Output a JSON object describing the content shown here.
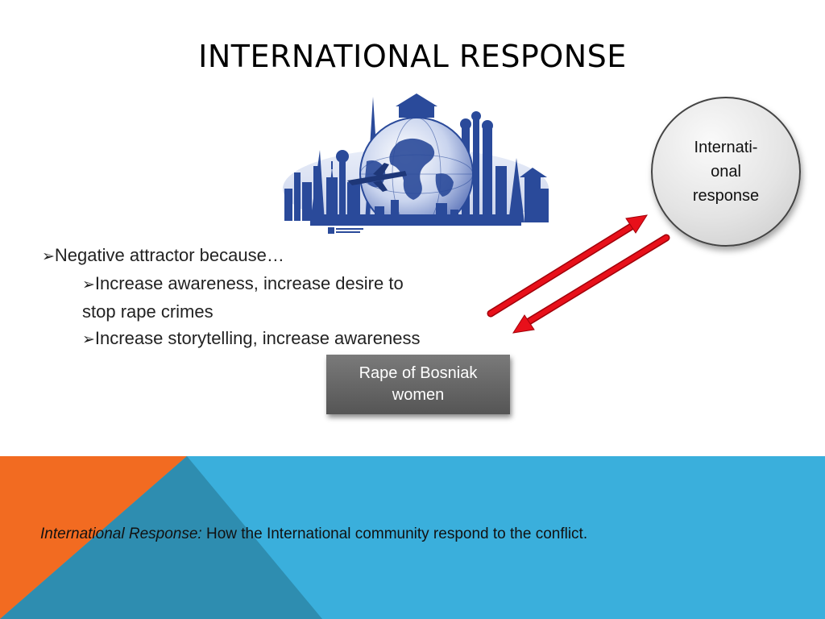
{
  "slide": {
    "title": "INTERNATIONAL RESPONSE",
    "bullets": {
      "marker": "➢",
      "main": "Negative attractor because…",
      "sub1_line1": "Increase awareness, increase desire to",
      "sub1_line2": "stop rape crimes",
      "sub2": "Increase storytelling, increase awareness"
    },
    "circle": {
      "line1": "Internati-",
      "line2": "onal",
      "line3": "response"
    },
    "box": {
      "line1": "Rape of Bosniak",
      "line2": "women"
    },
    "footer": {
      "term": "International Response:",
      "definition": "How the International community respond to the conflict."
    }
  },
  "colors": {
    "footer_blue": "#3aafdc",
    "footer_orange": "#f26b21",
    "footer_teal": "#2e8db0",
    "arrow_red": "#e8101a",
    "globe_blue": "#2a4a9a"
  },
  "icons": {
    "image": "world-landmarks-globe-icon",
    "arrows": "bidirectional-red-arrows-icon"
  }
}
